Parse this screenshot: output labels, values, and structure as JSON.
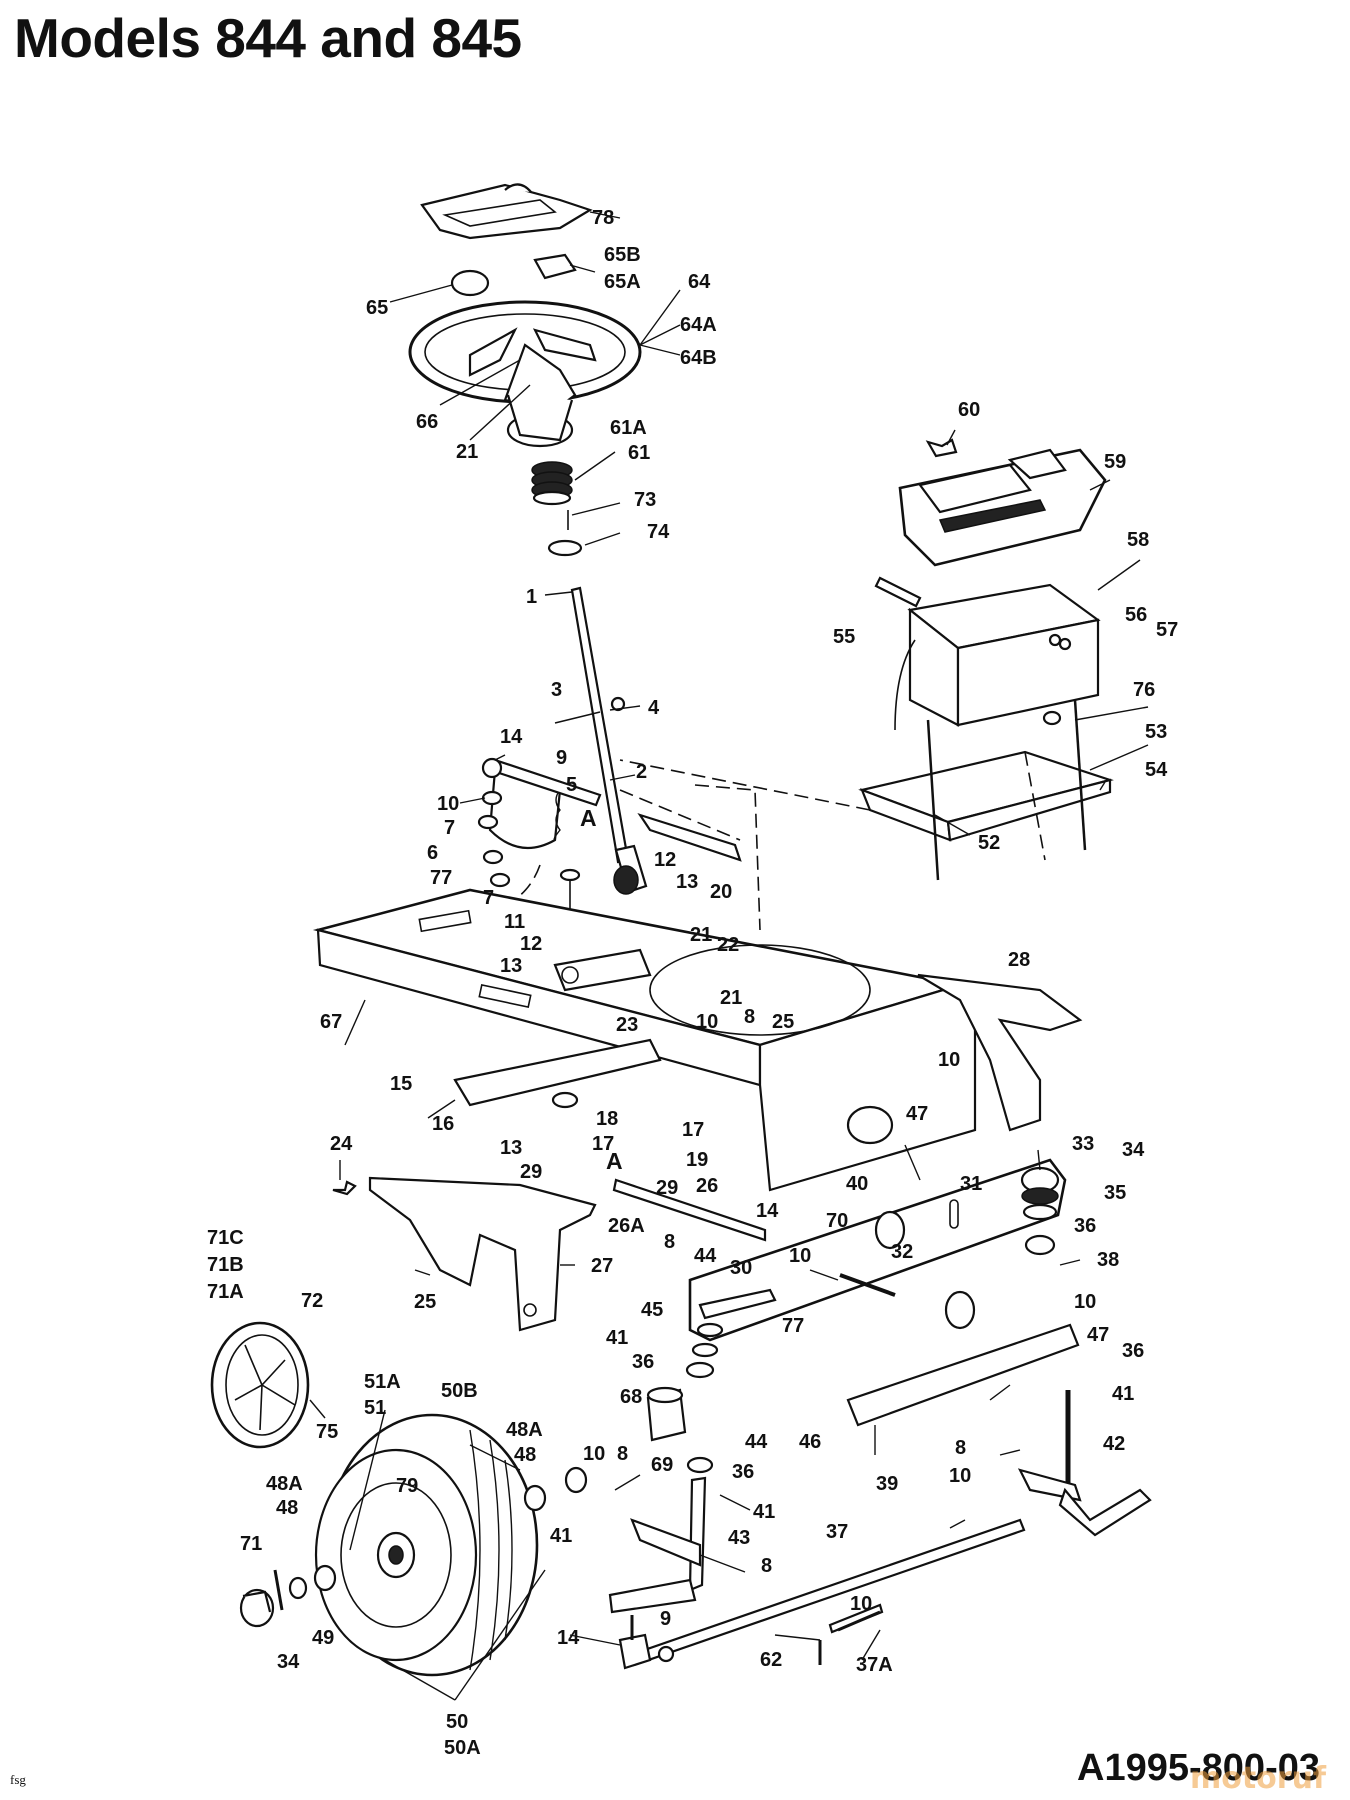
{
  "title": "Models 844 and 845",
  "document_number": "A1995-800-03",
  "artist_initials": "fsg",
  "watermark": "motoruf",
  "labels": [
    {
      "id": "78",
      "text": "78"
    },
    {
      "id": "65b",
      "text": "65B"
    },
    {
      "id": "65a",
      "text": "65A"
    },
    {
      "id": "64",
      "text": "64"
    },
    {
      "id": "64a",
      "text": "64A"
    },
    {
      "id": "64b",
      "text": "64B"
    },
    {
      "id": "65",
      "text": "65"
    },
    {
      "id": "66",
      "text": "66"
    },
    {
      "id": "21a",
      "text": "21"
    },
    {
      "id": "61a",
      "text": "61A"
    },
    {
      "id": "61",
      "text": "61"
    },
    {
      "id": "73",
      "text": "73"
    },
    {
      "id": "74",
      "text": "74"
    },
    {
      "id": "1",
      "text": "1"
    },
    {
      "id": "3",
      "text": "3"
    },
    {
      "id": "4",
      "text": "4"
    },
    {
      "id": "2",
      "text": "2"
    },
    {
      "id": "14a",
      "text": "14"
    },
    {
      "id": "9a",
      "text": "9"
    },
    {
      "id": "5",
      "text": "5"
    },
    {
      "id": "10a",
      "text": "10"
    },
    {
      "id": "A1",
      "text": "A"
    },
    {
      "id": "7a",
      "text": "7"
    },
    {
      "id": "6",
      "text": "6"
    },
    {
      "id": "77a",
      "text": "77"
    },
    {
      "id": "7b",
      "text": "7"
    },
    {
      "id": "12a",
      "text": "12"
    },
    {
      "id": "13a",
      "text": "13"
    },
    {
      "id": "20",
      "text": "20"
    },
    {
      "id": "11",
      "text": "11"
    },
    {
      "id": "12b",
      "text": "12"
    },
    {
      "id": "21b",
      "text": "21"
    },
    {
      "id": "22",
      "text": "22"
    },
    {
      "id": "13b",
      "text": "13"
    },
    {
      "id": "28",
      "text": "28"
    },
    {
      "id": "67",
      "text": "67"
    },
    {
      "id": "21c",
      "text": "21"
    },
    {
      "id": "23",
      "text": "23"
    },
    {
      "id": "10b",
      "text": "10"
    },
    {
      "id": "8a",
      "text": "8"
    },
    {
      "id": "25a",
      "text": "25"
    },
    {
      "id": "15",
      "text": "15"
    },
    {
      "id": "10c",
      "text": "10"
    },
    {
      "id": "47a",
      "text": "47"
    },
    {
      "id": "16",
      "text": "16"
    },
    {
      "id": "18",
      "text": "18"
    },
    {
      "id": "17a",
      "text": "17"
    },
    {
      "id": "17b",
      "text": "17"
    },
    {
      "id": "13c",
      "text": "13"
    },
    {
      "id": "19",
      "text": "19"
    },
    {
      "id": "24",
      "text": "24"
    },
    {
      "id": "29a",
      "text": "29"
    },
    {
      "id": "A2",
      "text": "A"
    },
    {
      "id": "29b",
      "text": "29"
    },
    {
      "id": "26",
      "text": "26"
    },
    {
      "id": "40",
      "text": "40"
    },
    {
      "id": "31",
      "text": "31"
    },
    {
      "id": "33",
      "text": "33"
    },
    {
      "id": "34a",
      "text": "34"
    },
    {
      "id": "35",
      "text": "35"
    },
    {
      "id": "36a",
      "text": "36"
    },
    {
      "id": "26a",
      "text": "26A"
    },
    {
      "id": "14b",
      "text": "14"
    },
    {
      "id": "70",
      "text": "70"
    },
    {
      "id": "71c",
      "text": "71C"
    },
    {
      "id": "71b",
      "text": "71B"
    },
    {
      "id": "71a",
      "text": "71A"
    },
    {
      "id": "72",
      "text": "72"
    },
    {
      "id": "27",
      "text": "27"
    },
    {
      "id": "8b",
      "text": "8"
    },
    {
      "id": "44a",
      "text": "44"
    },
    {
      "id": "10d",
      "text": "10"
    },
    {
      "id": "32",
      "text": "32"
    },
    {
      "id": "38",
      "text": "38"
    },
    {
      "id": "25b",
      "text": "25"
    },
    {
      "id": "30",
      "text": "30"
    },
    {
      "id": "45",
      "text": "45"
    },
    {
      "id": "77b",
      "text": "77"
    },
    {
      "id": "10e",
      "text": "10"
    },
    {
      "id": "47b",
      "text": "47"
    },
    {
      "id": "41a",
      "text": "41"
    },
    {
      "id": "36b",
      "text": "36"
    },
    {
      "id": "36c",
      "text": "36"
    },
    {
      "id": "51a",
      "text": "51A"
    },
    {
      "id": "51",
      "text": "51"
    },
    {
      "id": "50b",
      "text": "50B"
    },
    {
      "id": "68",
      "text": "68"
    },
    {
      "id": "44b",
      "text": "44"
    },
    {
      "id": "46",
      "text": "46"
    },
    {
      "id": "41b",
      "text": "41"
    },
    {
      "id": "75",
      "text": "75"
    },
    {
      "id": "48a",
      "text": "48A"
    },
    {
      "id": "48",
      "text": "48"
    },
    {
      "id": "69",
      "text": "69"
    },
    {
      "id": "36d",
      "text": "36"
    },
    {
      "id": "39",
      "text": "39"
    },
    {
      "id": "8c",
      "text": "8"
    },
    {
      "id": "42",
      "text": "42"
    },
    {
      "id": "10f",
      "text": "10"
    },
    {
      "id": "79",
      "text": "79"
    },
    {
      "id": "10g",
      "text": "10"
    },
    {
      "id": "8d",
      "text": "8"
    },
    {
      "id": "41c",
      "text": "41"
    },
    {
      "id": "48A2",
      "text": "48A"
    },
    {
      "id": "48b",
      "text": "48"
    },
    {
      "id": "41d",
      "text": "41"
    },
    {
      "id": "43",
      "text": "43"
    },
    {
      "id": "37",
      "text": "37"
    },
    {
      "id": "71",
      "text": "71"
    },
    {
      "id": "8e",
      "text": "8"
    },
    {
      "id": "10h",
      "text": "10"
    },
    {
      "id": "49",
      "text": "49"
    },
    {
      "id": "34b",
      "text": "34"
    },
    {
      "id": "14c",
      "text": "14"
    },
    {
      "id": "9b",
      "text": "9"
    },
    {
      "id": "62",
      "text": "62"
    },
    {
      "id": "37a",
      "text": "37A"
    },
    {
      "id": "50",
      "text": "50"
    },
    {
      "id": "50a",
      "text": "50A"
    },
    {
      "id": "60",
      "text": "60"
    },
    {
      "id": "59",
      "text": "59"
    },
    {
      "id": "58",
      "text": "58"
    },
    {
      "id": "55",
      "text": "55"
    },
    {
      "id": "56",
      "text": "56"
    },
    {
      "id": "57",
      "text": "57"
    },
    {
      "id": "76",
      "text": "76"
    },
    {
      "id": "53",
      "text": "53"
    },
    {
      "id": "54",
      "text": "54"
    },
    {
      "id": "52",
      "text": "52"
    }
  ]
}
